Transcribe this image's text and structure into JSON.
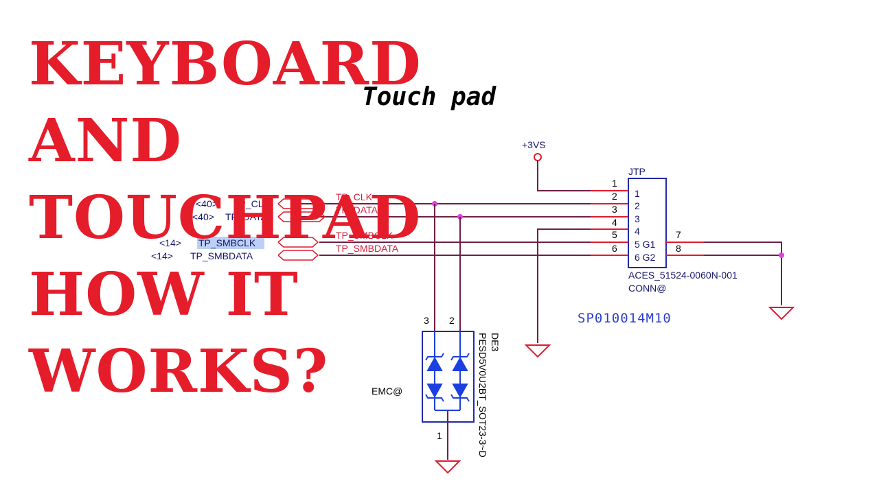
{
  "title_lines": [
    "KEYBOARD",
    "AND",
    "TOUCHPAD",
    "HOW IT",
    "WORKS?"
  ],
  "schematic": {
    "heading": "Touch pad",
    "power_label": "+3VS",
    "connector": {
      "ref": "JTP",
      "part": "ACES_51524-0060N-001",
      "note": "CONN@",
      "part_number": "SP010014M10",
      "outer_pins": [
        "1",
        "2",
        "3",
        "4",
        "5",
        "6",
        "7",
        "8"
      ],
      "inner_pins": [
        "1",
        "2",
        "3",
        "4",
        "5 G1",
        "6 G2"
      ]
    },
    "nets": {
      "tp_clk": "TP_CLK",
      "tp_data": "TP_DATA",
      "tp_smbclk": "TP_SMBCLK",
      "tp_smbdata": "TP_SMBDATA"
    },
    "port_refs": {
      "clk_ref": "<40>",
      "clk_label": "TP_CLK",
      "data_ref": "<40>",
      "data_label": "TP_DATA",
      "smbclk_ref": "<14>",
      "smbclk_label": "TP_SMBCLK",
      "smbdata_ref": "<14>",
      "smbdata_label": "TP_SMBDATA"
    },
    "protection": {
      "ref": "DE3",
      "part": "PESD5V0U2BT_SOT23-3~D",
      "note": "EMC@",
      "pins": [
        "3",
        "2",
        "1"
      ]
    }
  }
}
